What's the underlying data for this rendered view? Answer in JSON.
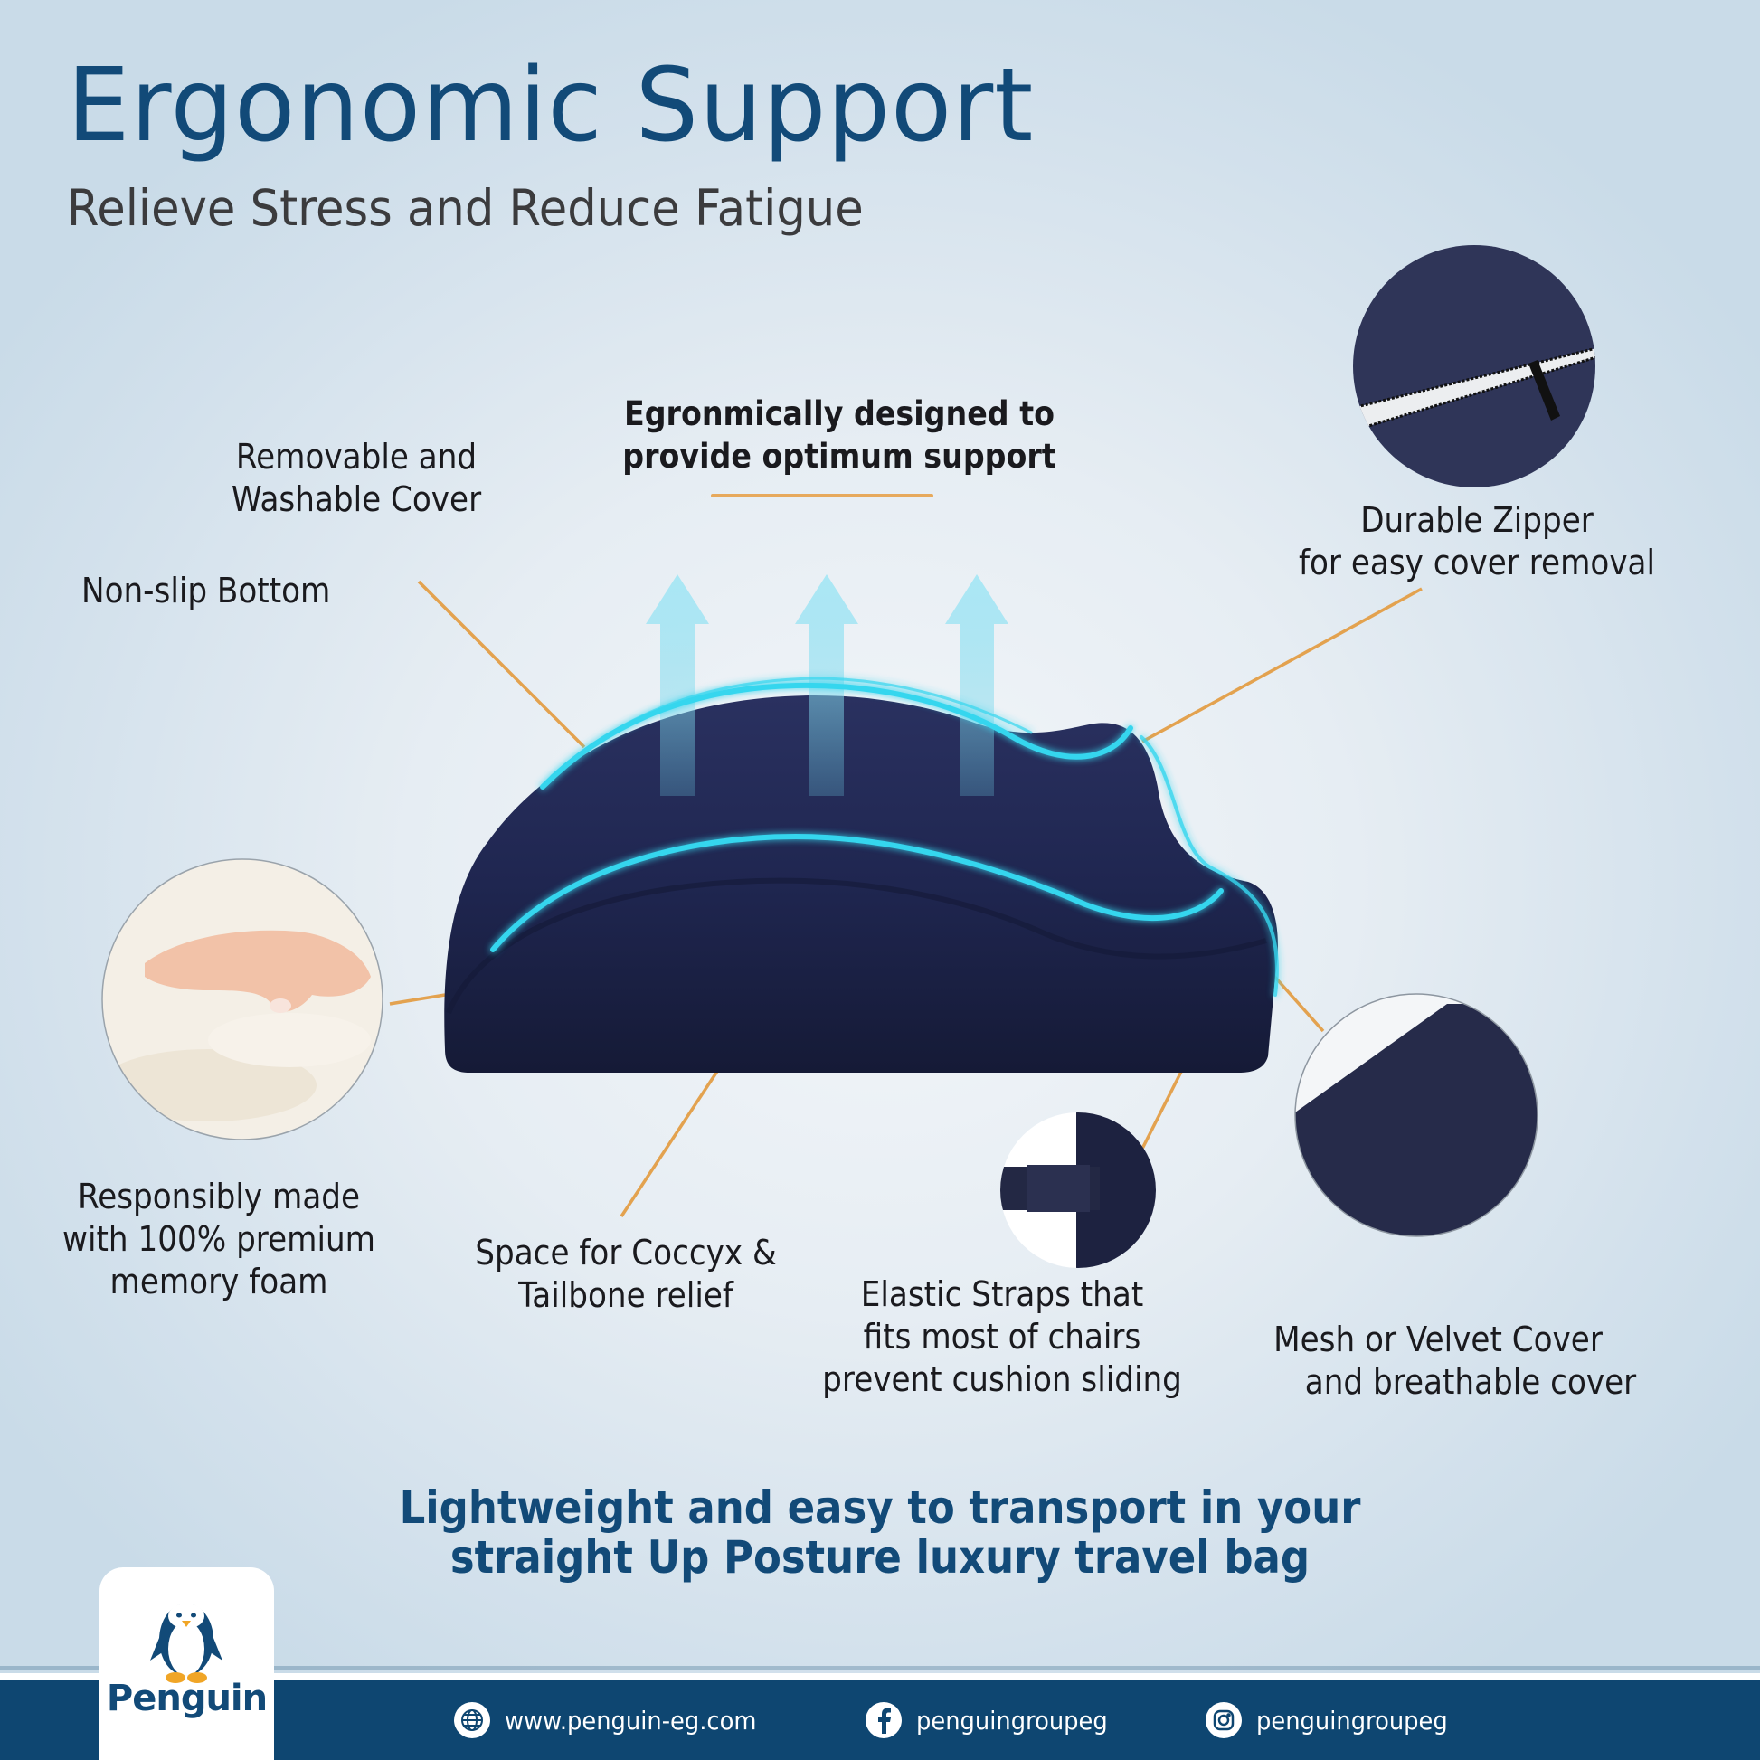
{
  "header": {
    "title": "Ergonomic Support",
    "subtitle": "Relieve Stress and Reduce Fatigue"
  },
  "headline": {
    "line1": "Egronmically designed to",
    "line2": "provide optimum support"
  },
  "features": [
    {
      "id": "cover",
      "line1": "Removable and",
      "line2": "Washable Cover"
    },
    {
      "id": "nonslip",
      "line1": "Non-slip Bottom"
    },
    {
      "id": "zipper",
      "line1": "Durable Zipper",
      "line2": "for easy cover removal"
    },
    {
      "id": "foam",
      "line1": "Responsibly made",
      "line2": "with 100% premium",
      "line3": "memory foam"
    },
    {
      "id": "coccyx",
      "line1": "Space for Coccyx &",
      "line2": "Tailbone relief"
    },
    {
      "id": "straps",
      "line1": "Elastic Straps that",
      "line2": "fits most of chairs",
      "line3": "prevent cushion sliding"
    },
    {
      "id": "velvet",
      "line1": "Mesh or Velvet Cover",
      "line2": "and breathable cover"
    }
  ],
  "tagline": {
    "line1": "Lightweight and easy to transport in your",
    "line2": "straight Up Posture luxury travel bag"
  },
  "brand": {
    "name": "Penguin",
    "colors": {
      "primary": "#124a78",
      "footer": "#0e4671",
      "accent": "#e7a95c",
      "glow": "#36d6ee",
      "cushion": "#1f2547"
    }
  },
  "footer": {
    "website": {
      "icon": "globe-icon",
      "label": "www.penguin-eg.com"
    },
    "facebook": {
      "icon": "facebook-icon",
      "label": "penguingroupeg"
    },
    "instagram": {
      "icon": "instagram-icon",
      "label": "penguingroupeg"
    }
  }
}
